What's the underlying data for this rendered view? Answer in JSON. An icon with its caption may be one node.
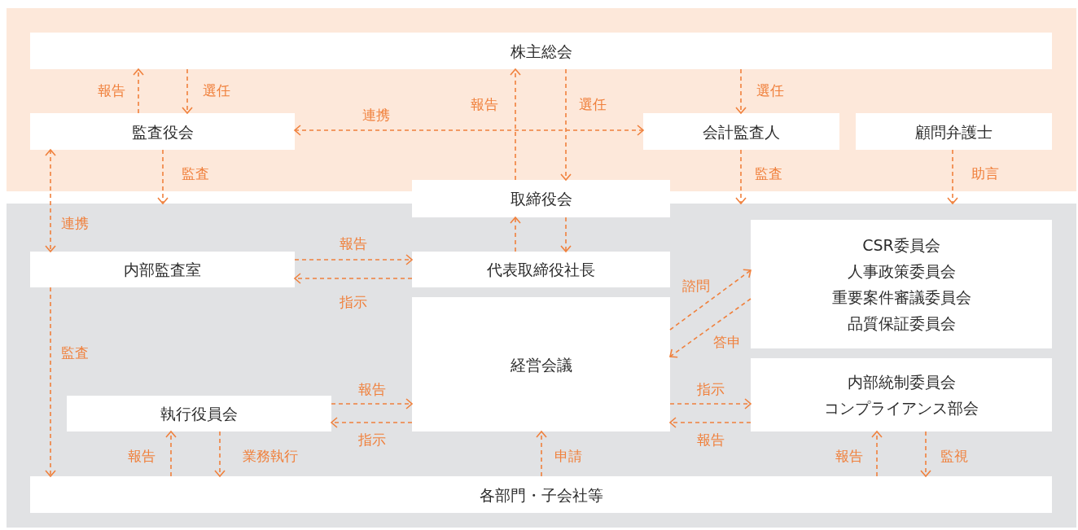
{
  "diagram": {
    "nodes": [
      {
        "text": [],
        "shape": "box"
      },
      {
        "text": [
          "株主総会"
        ],
        "in": 0
      },
      {
        "text": [
          "監査役会"
        ],
        "in": 0
      },
      {
        "text": [
          "会計監査人"
        ],
        "in": 0
      },
      {
        "text": [
          "顧問弁護士"
        ],
        "in": 0
      },
      {
        "text": [
          "取締役会"
        ]
      },
      {
        "text": [],
        "shape": "box"
      },
      {
        "text": [
          "内部監査室"
        ],
        "in": 6
      },
      {
        "text": [
          "代表取締役社長"
        ],
        "in": 6
      },
      {
        "text": [
          "CSR委員会",
          "人事政策委員会",
          "重要案件審議委員会",
          "品質保証委員会"
        ],
        "in": 6
      },
      {
        "text": [
          "経営会議"
        ],
        "in": 6
      },
      {
        "text": [
          "内部統制委員会",
          "コンプライアンス部会"
        ],
        "in": 6
      },
      {
        "text": [
          "執行役員会"
        ],
        "in": 6
      },
      {
        "text": [
          "各部門・子会社等"
        ],
        "in": 6
      }
    ],
    "edges": [
      {
        "from": 2,
        "to": 1,
        "arrow": "to",
        "label": "報告"
      },
      {
        "from": 1,
        "to": 2,
        "arrow": "to",
        "label": "選任"
      },
      {
        "from": 2,
        "to": 3,
        "arrow": "both",
        "label": "連携"
      },
      {
        "from": 5,
        "to": 1,
        "arrow": "to",
        "label": "報告"
      },
      {
        "from": 1,
        "to": 5,
        "arrow": "to",
        "label": "選任"
      },
      {
        "from": 1,
        "to": 3,
        "arrow": "to",
        "label": "選任"
      },
      {
        "from": 2,
        "to": 6,
        "arrow": "to",
        "label": "監査"
      },
      {
        "from": 3,
        "to": 6,
        "arrow": "to",
        "label": "監査"
      },
      {
        "from": 4,
        "to": 6,
        "arrow": "to",
        "label": "助言"
      },
      {
        "from": 2,
        "to": 7,
        "arrow": "both",
        "label": "連携"
      },
      {
        "from": 8,
        "to": 5,
        "arrow": "to"
      },
      {
        "from": 5,
        "to": 8,
        "arrow": "to"
      },
      {
        "from": 7,
        "to": 8,
        "arrow": "to",
        "label": "報告"
      },
      {
        "from": 8,
        "to": 7,
        "arrow": "to",
        "label": "指示"
      },
      {
        "from": 7,
        "to": 13,
        "arrow": "to",
        "label": "監査"
      },
      {
        "from": 10,
        "to": 9,
        "arrow": "to",
        "label": "諮問"
      },
      {
        "from": 9,
        "to": 10,
        "arrow": "to",
        "label": "答申"
      },
      {
        "from": 12,
        "to": 10,
        "arrow": "to",
        "label": "報告"
      },
      {
        "from": 10,
        "to": 12,
        "arrow": "to",
        "label": "指示"
      },
      {
        "from": 10,
        "to": 11,
        "arrow": "to",
        "label": "指示"
      },
      {
        "from": 11,
        "to": 10,
        "arrow": "to",
        "label": "報告"
      },
      {
        "from": 13,
        "to": 12,
        "arrow": "to",
        "label": "報告"
      },
      {
        "from": 12,
        "to": 13,
        "arrow": "to",
        "label": "業務執行"
      },
      {
        "from": 13,
        "to": 10,
        "arrow": "to",
        "label": "申請"
      },
      {
        "from": 13,
        "to": 11,
        "arrow": "to",
        "label": "報告"
      },
      {
        "from": 11,
        "to": 13,
        "arrow": "to",
        "label": "監視"
      }
    ]
  }
}
